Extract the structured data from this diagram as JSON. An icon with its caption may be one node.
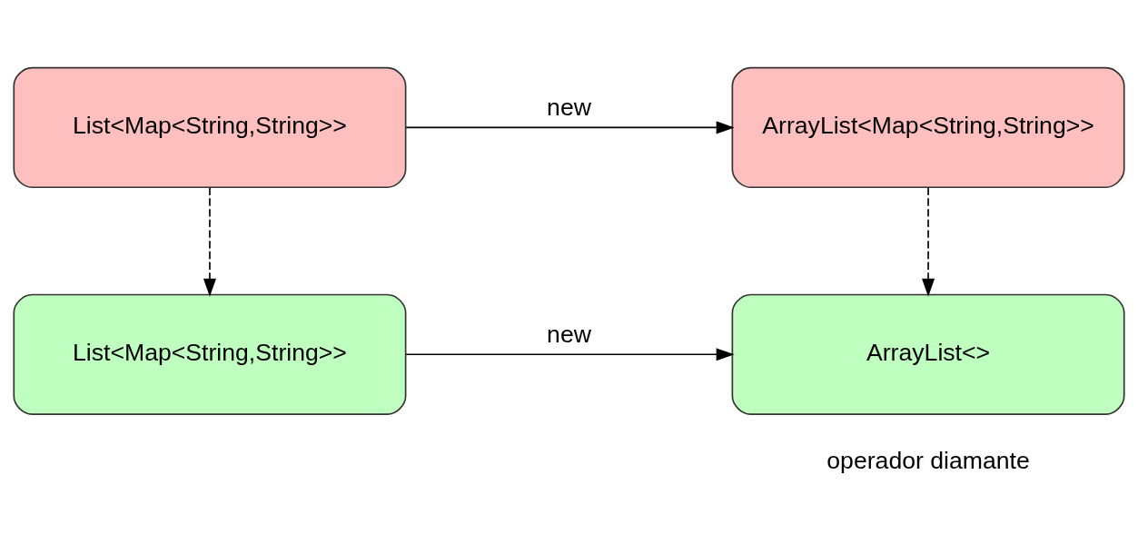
{
  "diagram": {
    "nodes": [
      {
        "text": [
          "List<Map<String,String>>"
        ]
      },
      {
        "text": [
          "ArrayList<Map<String,String>>"
        ]
      },
      {
        "text": [
          "List<Map<String,String>>"
        ]
      },
      {
        "text": [
          "ArrayList<>"
        ],
        "beside": [
          "operador diamante"
        ]
      }
    ],
    "edges": [
      {
        "from": 0,
        "to": 1,
        "arrow": "to",
        "label": "new"
      },
      {
        "from": 0,
        "to": 2,
        "arrow": "to",
        "style": "dashed"
      },
      {
        "from": 1,
        "to": 3,
        "arrow": "to",
        "style": "dashed"
      },
      {
        "from": 2,
        "to": 3,
        "arrow": "to",
        "label": "new"
      }
    ]
  }
}
